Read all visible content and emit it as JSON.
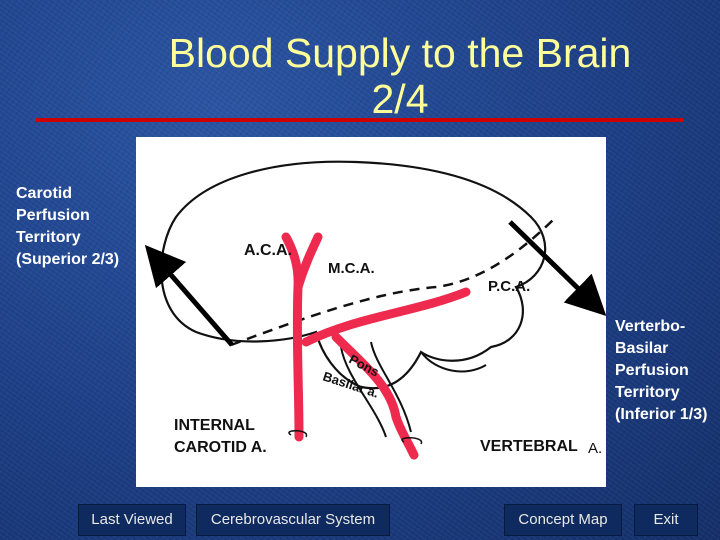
{
  "title": "Blood Supply to the Brain\n2/4",
  "left_label": "Carotid\nPerfusion\nTerritory\n(Superior 2/3)",
  "right_label": "Verterbo-\nBasilar\nPerfusion\nTerritory\n(Inferior 1/3)",
  "diagram": {
    "aca": "A.C.A.",
    "mca": "M.C.A.",
    "pca": "P.C.A.",
    "pons": "Pons",
    "basilar": "Basilar a.",
    "internal": "INTERNAL",
    "carotid": "CAROTID A.",
    "vertebral": "VERTEBRAL",
    "vertebral_a": "A."
  },
  "nav": {
    "last_viewed": "Last Viewed",
    "cerebrovascular": "Cerebrovascular System",
    "concept_map": "Concept Map",
    "exit": "Exit"
  },
  "colors": {
    "title": "#ffff99",
    "rule": "#cc0000",
    "artery": "#ee2a4e"
  }
}
